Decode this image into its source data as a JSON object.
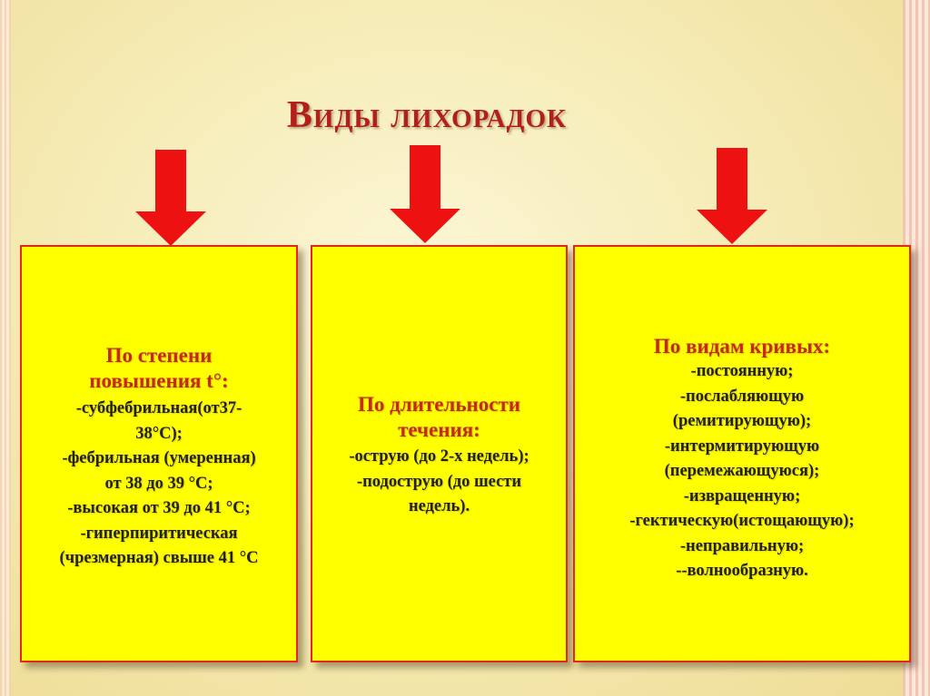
{
  "slide": {
    "title": "Виды лихорадок",
    "columns": [
      {
        "heading": [
          "По степени",
          "повышения t°:"
        ],
        "lines": [
          "-субфебрильная(от37-",
          "38°С);",
          "-фебрильная (умеренная)",
          "от 38 до 39 °С;",
          "-высокая от 39 до 41 °С;",
          "-гиперпиритическая",
          "(чрезмерная) свыше 41 °С"
        ]
      },
      {
        "heading": [
          "По длительности",
          "течения:"
        ],
        "lines": [
          "-острую (до 2-х недель);",
          "-подострую (до шести",
          "недель)."
        ]
      },
      {
        "heading": [
          "По видам кривых:"
        ],
        "lines": [
          "-постоянную;",
          "-послабляющую",
          "(ремитирующую);",
          "-интермитирующую",
          "(перемежающуюся);",
          "-извращенную;",
          "-гектическую(истощающую);",
          "-неправильную;",
          "--волнообразную."
        ]
      }
    ]
  },
  "colors": {
    "arrow": "#ee1111",
    "box_fill": "#ffff00",
    "box_border": "#e0291b",
    "heading_text": "#c42a1a",
    "title_text": "#b2201a"
  },
  "icons": [
    "arrow-down-icon",
    "arrow-down-icon",
    "arrow-down-icon"
  ]
}
